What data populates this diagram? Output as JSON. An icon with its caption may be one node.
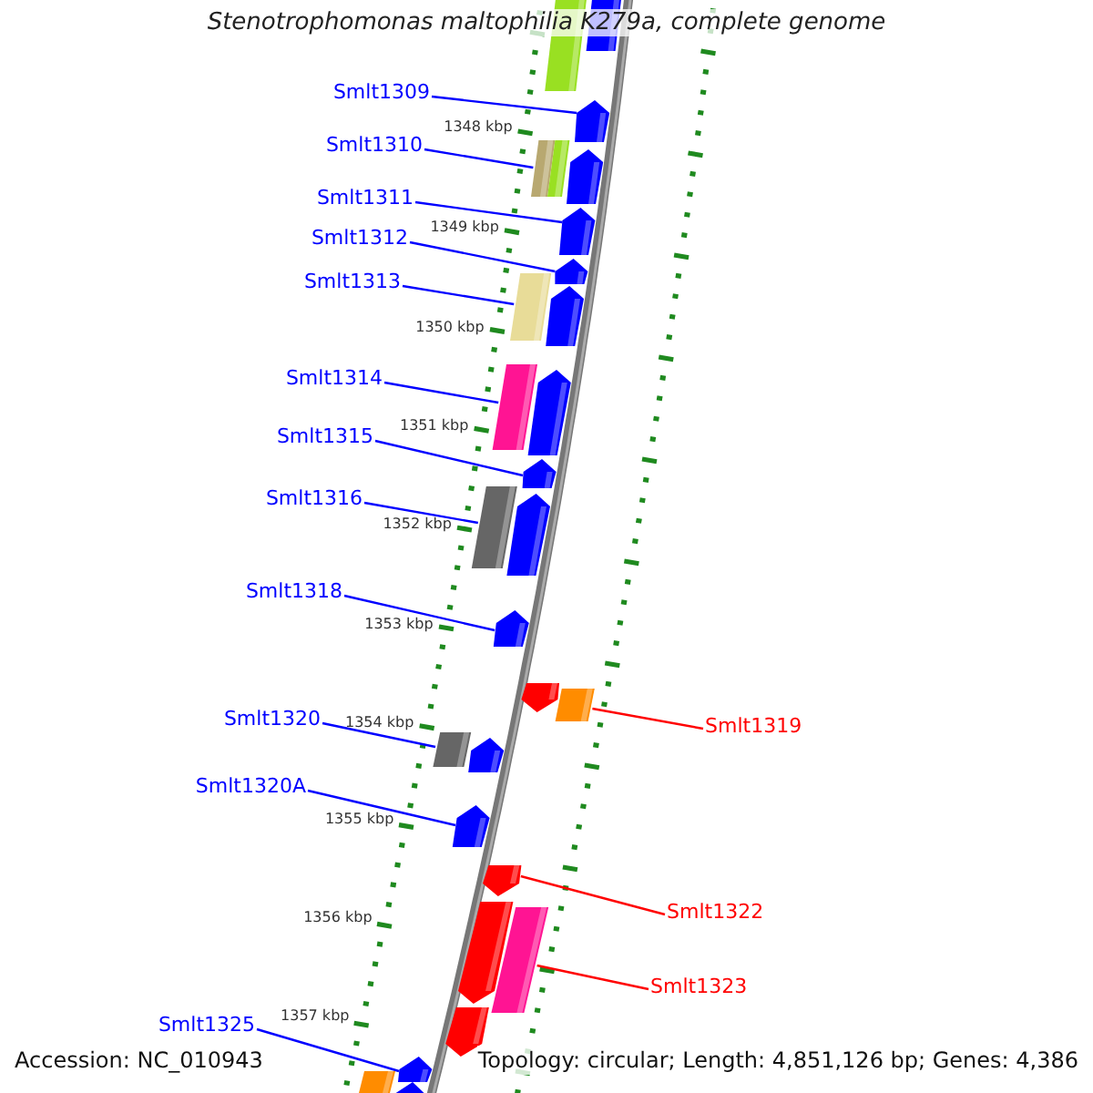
{
  "diagram": {
    "title": "Stenotrophomonas maltophilia K279a, complete genome",
    "nodes": [
      {
        "text": [
          "Smlt1309"
        ]
      },
      {
        "text": [
          "Smlt1310"
        ]
      },
      {
        "text": [
          "Smlt1311"
        ]
      },
      {
        "text": [
          "Smlt1312"
        ]
      },
      {
        "text": [
          "Smlt1313"
        ]
      },
      {
        "text": [
          "Smlt1314"
        ]
      },
      {
        "text": [
          "Smlt1315"
        ]
      },
      {
        "text": [
          "Smlt1316"
        ]
      },
      {
        "text": [
          "Smlt1318"
        ]
      },
      {
        "text": [
          "Smlt1320"
        ]
      },
      {
        "text": [
          "Smlt1320A"
        ]
      },
      {
        "text": [
          "Smlt1325"
        ]
      },
      {
        "text": [
          "Smlt1319"
        ]
      },
      {
        "text": [
          "Smlt1322"
        ]
      },
      {
        "text": [
          "Smlt1323"
        ]
      },
      {
        "text": [],
        "shape": "bar"
      },
      {
        "text": [],
        "shape": "bar"
      },
      {
        "text": [],
        "shape": "bar"
      },
      {
        "text": [],
        "shape": "bar"
      },
      {
        "text": [],
        "shape": "bar"
      },
      {
        "text": [],
        "shape": "bar"
      },
      {
        "text": [],
        "shape": "bar"
      },
      {
        "text": [],
        "shape": "bar"
      },
      {
        "text": [],
        "shape": "bar"
      },
      {
        "text": [],
        "shape": "bar"
      },
      {
        "text": [],
        "shape": "bar"
      },
      {
        "text": [],
        "shape": "bar"
      },
      {
        "text": [],
        "shape": "bar"
      },
      {
        "text": [],
        "shape": "bar"
      },
      {
        "text": [],
        "shape": "bar"
      },
      {
        "text": [],
        "shape": "bar"
      },
      {
        "text": [],
        "shape": "bar"
      },
      {
        "text": [],
        "shape": "bar"
      },
      {
        "text": [],
        "shape": "bar"
      },
      {
        "text": [],
        "shape": "bar"
      },
      {
        "text": [],
        "shape": "bar"
      },
      {
        "text": [],
        "shape": "bar"
      },
      {
        "text": [],
        "shape": "bar"
      },
      {
        "text": [],
        "shape": "bar"
      },
      {
        "text": [],
        "shape": "bar"
      },
      {
        "text": [],
        "shape": "bar"
      },
      {
        "text": [],
        "shape": "bar"
      },
      {
        "text": [],
        "shape": "bar"
      }
    ],
    "edges": [
      {
        "from": 0,
        "to": 15,
        "arrow": "none"
      },
      {
        "from": 1,
        "to": 16,
        "arrow": "none"
      },
      {
        "from": 2,
        "to": 17,
        "arrow": "none"
      },
      {
        "from": 3,
        "to": 18,
        "arrow": "none"
      },
      {
        "from": 4,
        "to": 19,
        "arrow": "none"
      },
      {
        "from": 5,
        "to": 20,
        "arrow": "none"
      },
      {
        "from": 6,
        "to": 21,
        "arrow": "none"
      },
      {
        "from": 7,
        "to": 22,
        "arrow": "none"
      },
      {
        "from": 8,
        "to": 23,
        "arrow": "none"
      },
      {
        "from": 9,
        "to": 24,
        "arrow": "none"
      },
      {
        "from": 10,
        "to": 25,
        "arrow": "none"
      },
      {
        "from": 11,
        "to": 26,
        "arrow": "none"
      },
      {
        "from": 12,
        "to": 27,
        "arrow": "none",
        "color": "#ff0000"
      },
      {
        "from": 13,
        "to": 28,
        "arrow": "none",
        "color": "#ff0000"
      },
      {
        "from": 14,
        "to": 29,
        "arrow": "none",
        "color": "#ff0000"
      }
    ],
    "labels": [
      "1348 kbp",
      "1349 kbp",
      "1350 kbp",
      "1351 kbp",
      "1352 kbp",
      "1353 kbp",
      "1354 kbp",
      "1355 kbp",
      "1356 kbp",
      "1357 kbp",
      "Accession: NC_010943",
      "Topology: circular; Length: 4,851,126 bp; Genes: 4,386"
    ]
  }
}
